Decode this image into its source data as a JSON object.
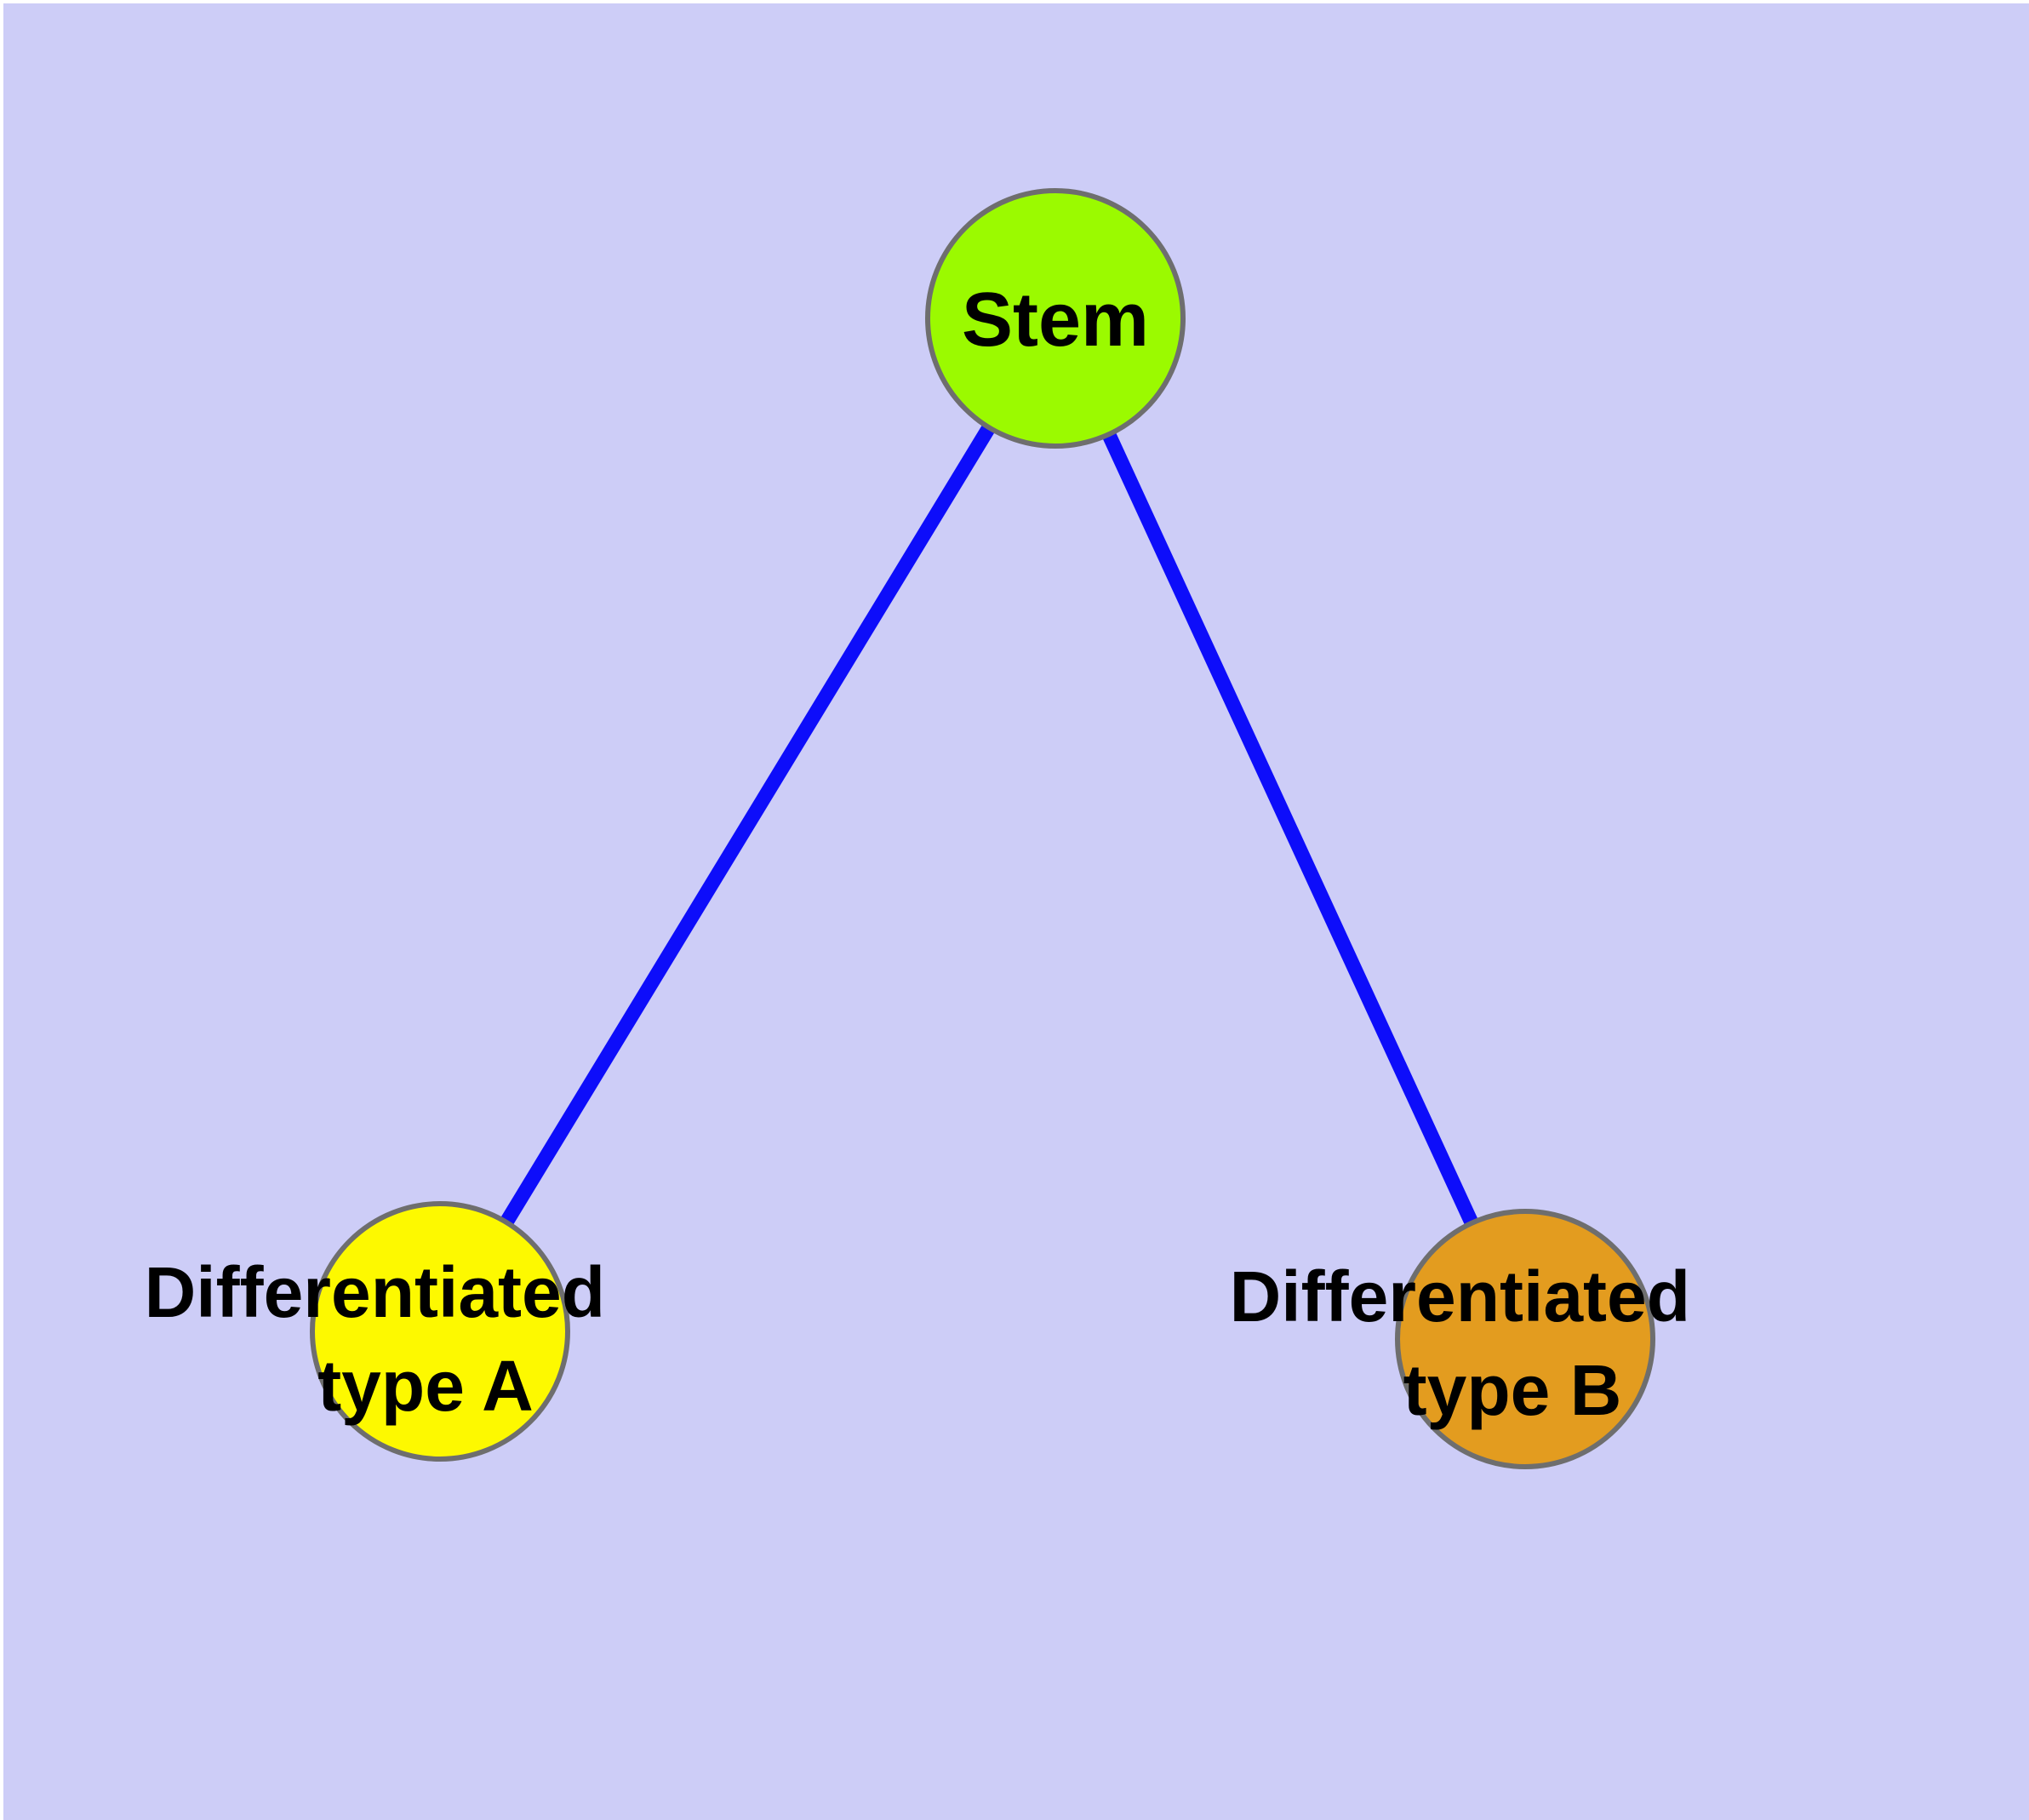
{
  "diagram": {
    "type": "graph",
    "description": "Cell differentiation hierarchy graph",
    "background_color": "#cdcdf7",
    "text_color": "#000000",
    "node_border_color": "#6e6e6e",
    "edge_color": "#0d0dfa",
    "nodes": [
      {
        "id": "stem",
        "label": "Stem",
        "color": "#9bfa00"
      },
      {
        "id": "differentiated-type-a",
        "label_lines": [
          "Differentiated",
          "type A"
        ],
        "color": "#fdf900"
      },
      {
        "id": "differentiated-type-b",
        "label_lines": [
          "Differentiated",
          "type B"
        ],
        "color": "#e39c1f"
      }
    ],
    "edges": [
      {
        "from": "stem",
        "to": "differentiated-type-a"
      },
      {
        "from": "stem",
        "to": "differentiated-type-b"
      }
    ]
  }
}
